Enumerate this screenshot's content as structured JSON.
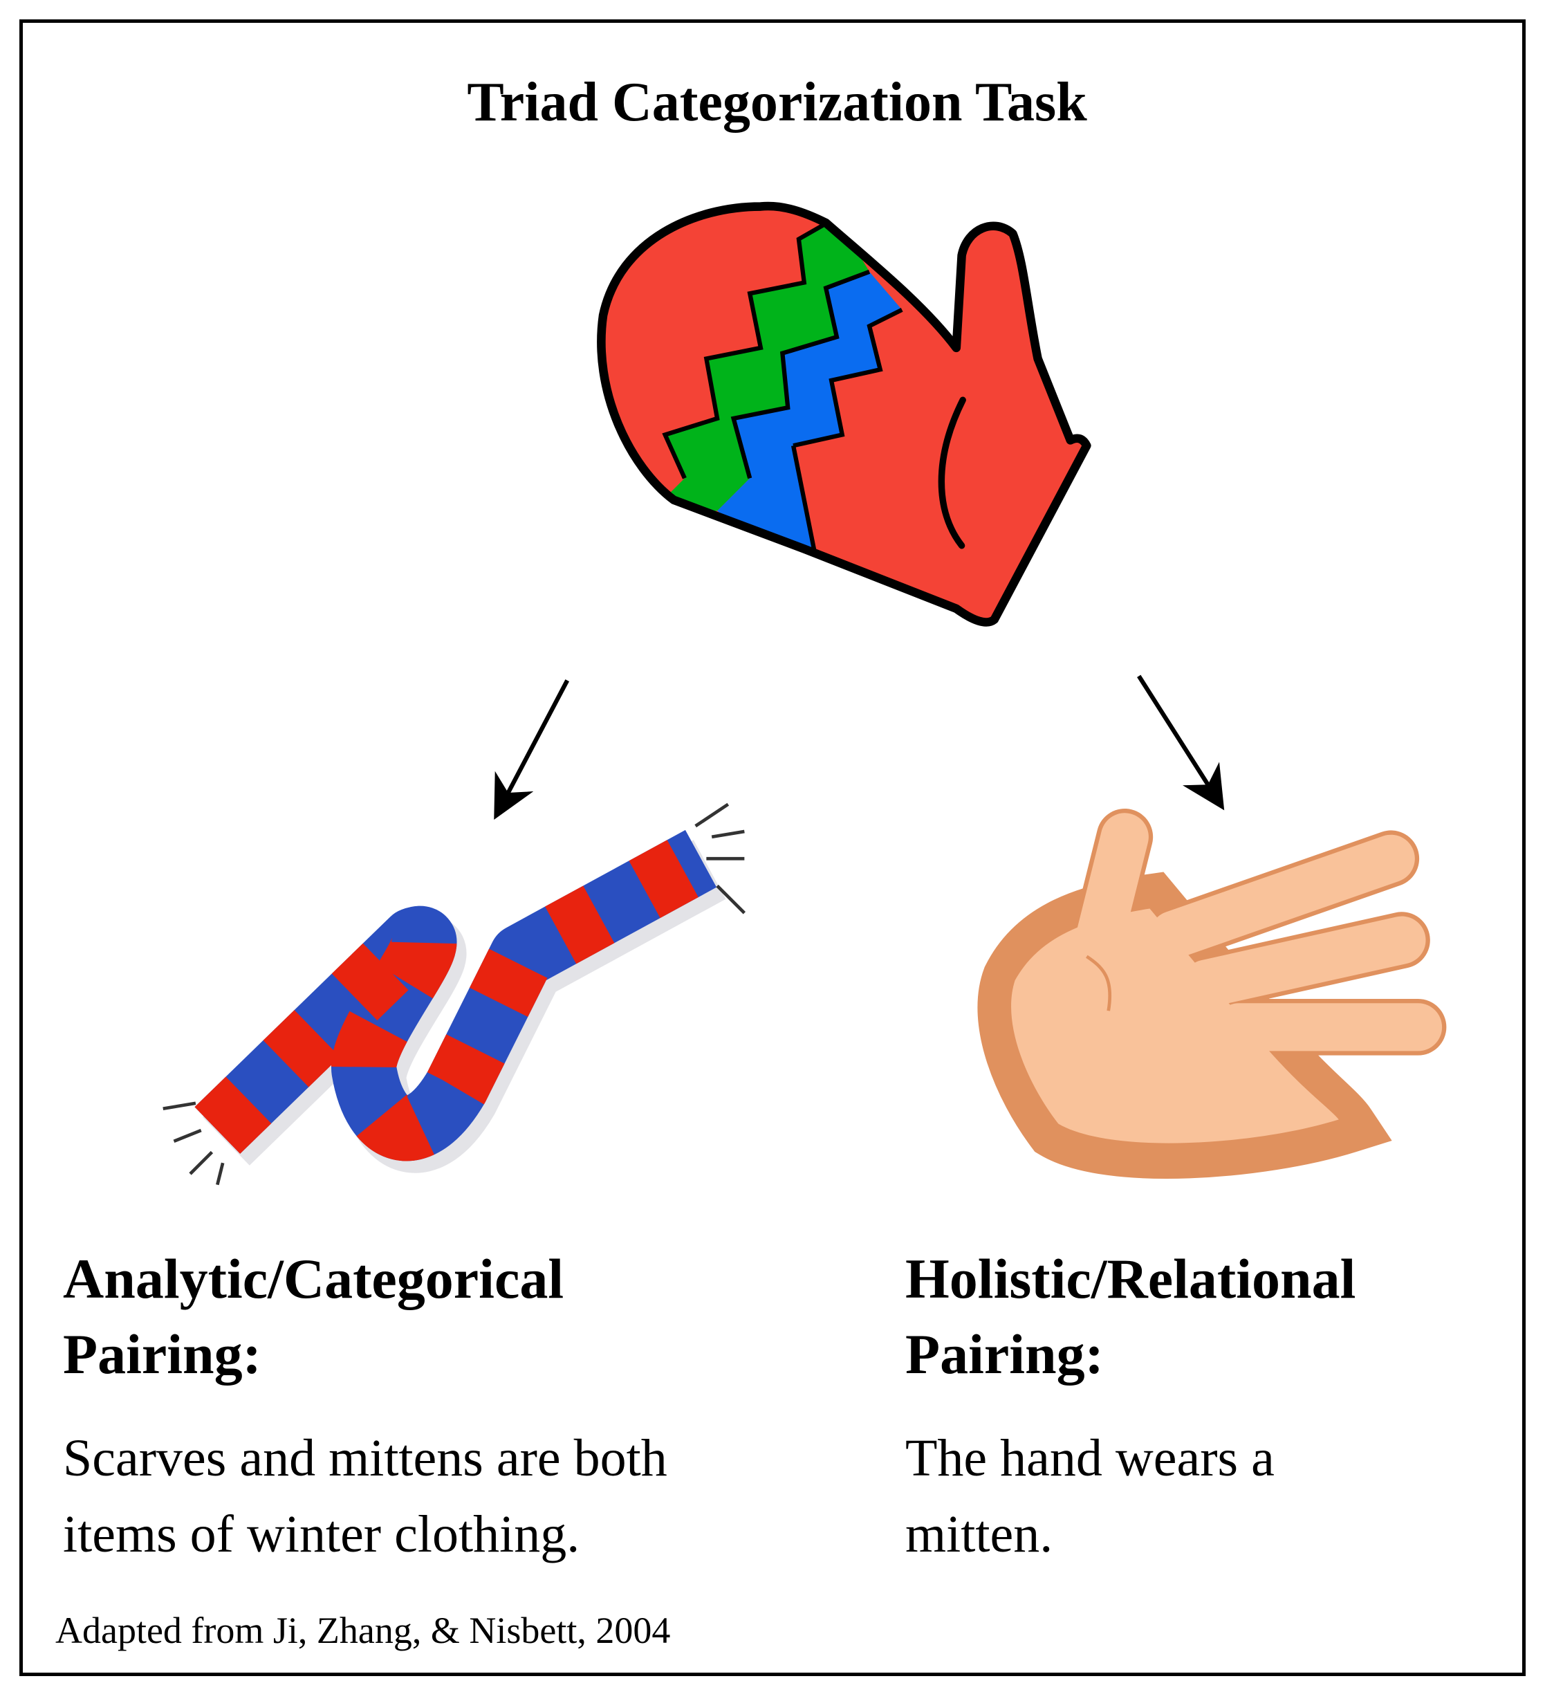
{
  "title": "Triad Categorization Task",
  "left": {
    "heading_line1": "Analytic/Categorical",
    "heading_line2": "Pairing:",
    "body_line1": "Scarves and mittens are both",
    "body_line2": "items of winter clothing."
  },
  "right": {
    "heading_line1": "Holistic/Relational",
    "heading_line2": "Pairing:",
    "body_line1": "The hand wears a",
    "body_line2": "mitten."
  },
  "caption": "Adapted from Ji, Zhang, & Nisbett, 2004",
  "colors": {
    "red": "#f44336",
    "green": "#00b31a",
    "blue": "#0a6cf0",
    "scarf_red": "#e8230f",
    "scarf_blue": "#2a4fc0",
    "skin": "#f9c29a"
  }
}
